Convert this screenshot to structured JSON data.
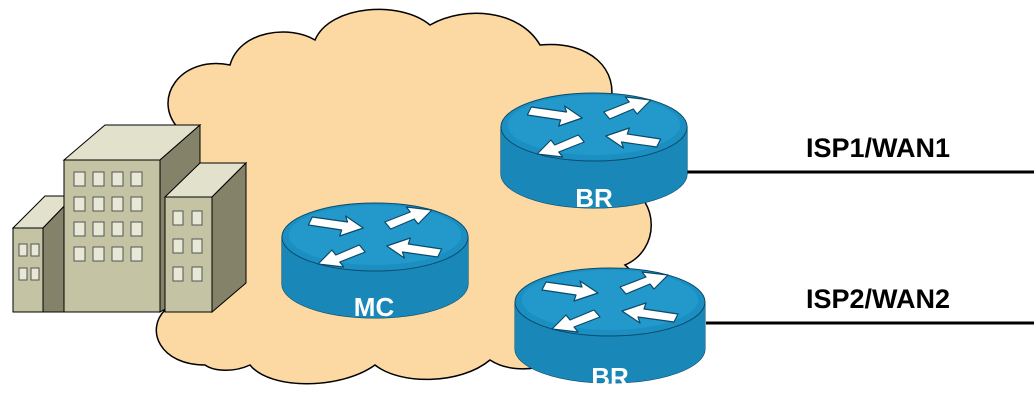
{
  "diagram": {
    "links": [
      {
        "label": "ISP1/WAN1"
      },
      {
        "label": "ISP2/WAN2"
      }
    ],
    "routers": {
      "mc": {
        "label": "MC"
      },
      "br1": {
        "label": "BR"
      },
      "br2": {
        "label": "BR"
      }
    },
    "colors": {
      "cloud_fill": "#fcd9a3",
      "cloud_stroke": "#000000",
      "router_blue": "#1b8fc2",
      "router_dark": "#0e5f88",
      "building_light": "#c4c3a4",
      "building_side": "#84836a",
      "line": "#000000"
    },
    "icons": [
      "cloud-icon",
      "building-icon",
      "router-icon"
    ]
  }
}
